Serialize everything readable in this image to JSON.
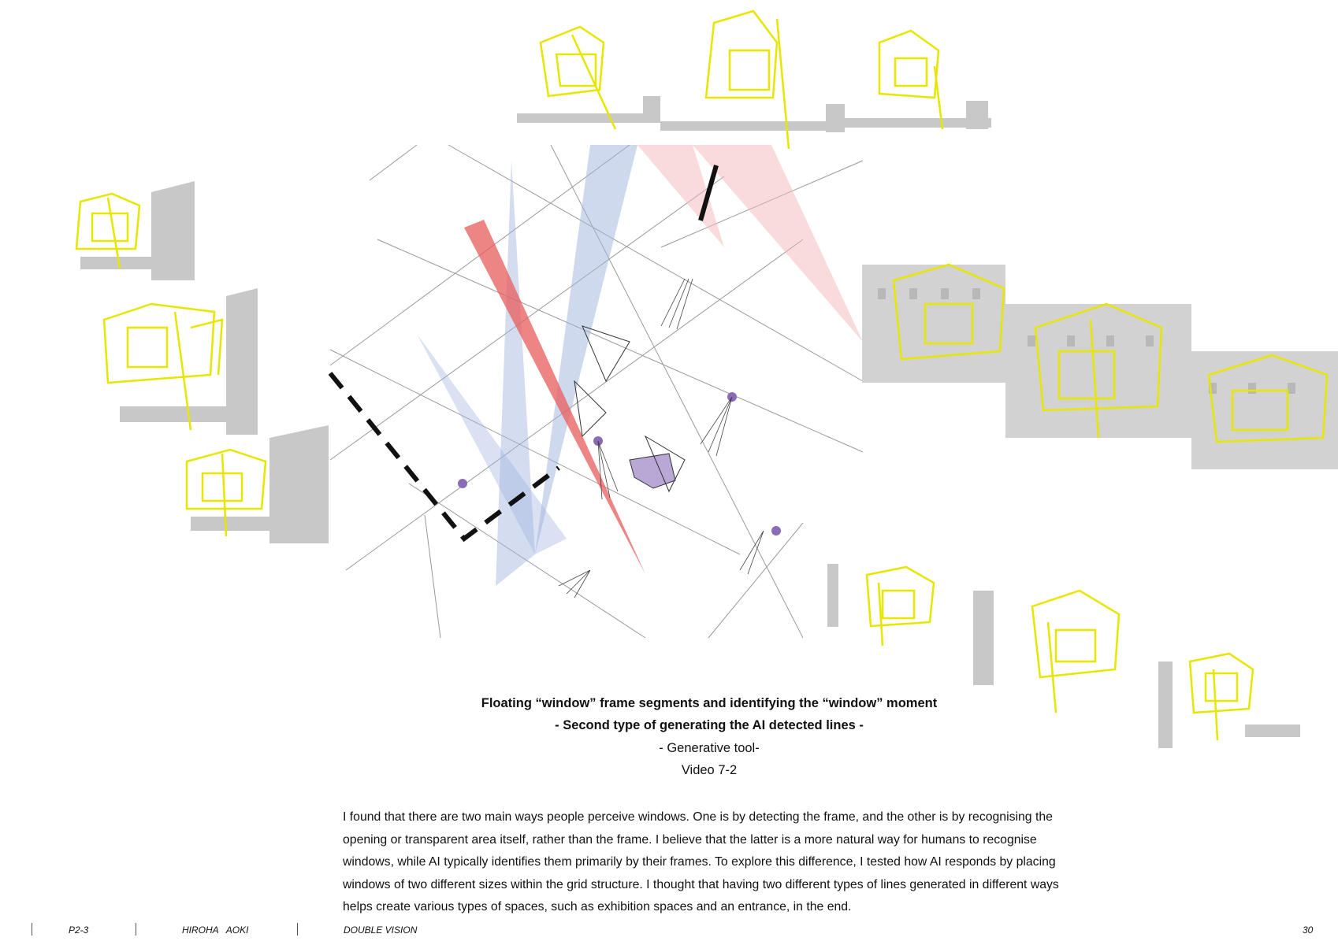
{
  "caption": {
    "title": "Floating “window” frame segments and identifying the  “window” moment",
    "subtitle": "- Second type of generating the AI detected lines -",
    "tool": "- Generative tool-",
    "video": "Video 7-2"
  },
  "body": {
    "paragraph": "I found that there are two main ways people perceive windows. One is by detecting the frame, and the other is by recognising the opening or transparent area itself, rather than the frame. I believe that the latter is a more natural way for humans to recognise windows, while AI typically identifies them primarily by their frames. To explore this difference, I tested how AI responds by placing windows of two different sizes within the grid structure. I thought that having two different types of lines generated in different ways helps create various types of spaces, such as exhibition spaces and an entrance, in the end."
  },
  "footer": {
    "section": "P2-3",
    "author": "HIROHA   AOKI",
    "project": "DOUBLE VISION",
    "page_number": "30"
  },
  "colors": {
    "frame_yellow": "#e6e600",
    "red_cone": "#e85c5c",
    "blue_cone": "#9fb4de",
    "purple_node": "#8a6bb8",
    "building_gray": "#c8c8c8"
  }
}
